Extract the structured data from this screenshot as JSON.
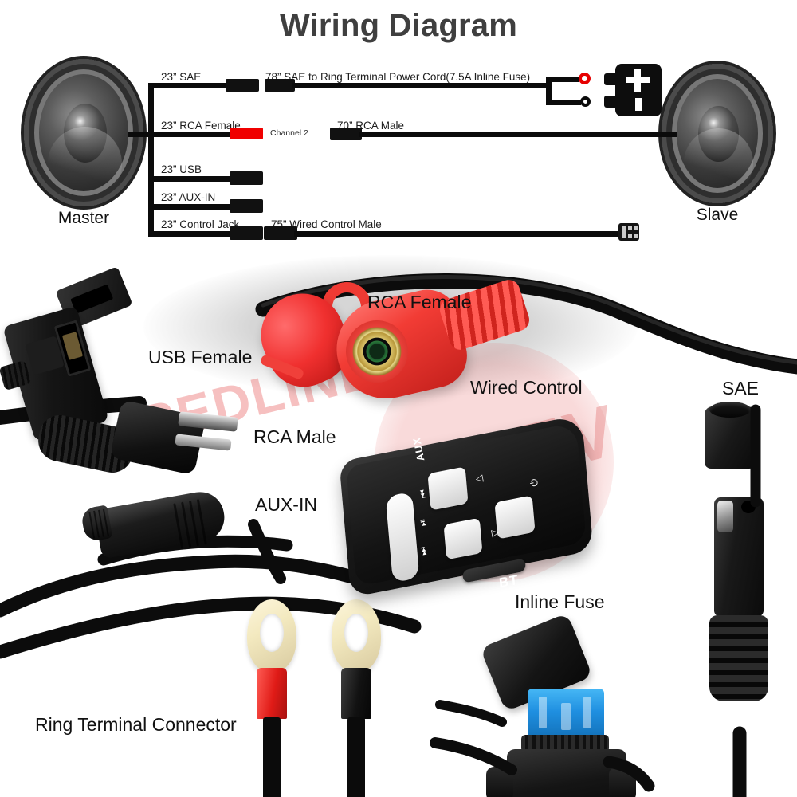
{
  "title": "Wiring Diagram",
  "diagram": {
    "speakers": {
      "master": "Master",
      "slave": "Slave"
    },
    "wires": [
      {
        "label": "23” SAE"
      },
      {
        "label": "23” RCA Female"
      },
      {
        "label": "23” USB"
      },
      {
        "label": "23” AUX-IN"
      },
      {
        "label": "23” Control Jack"
      }
    ],
    "cords": [
      {
        "label": "78” SAE to Ring Terminal Power Cord(7.5A Inline Fuse)"
      },
      {
        "label": "70” RCA Male"
      },
      {
        "label": "75” Wired Control Male"
      }
    ],
    "channel": "Channel 2",
    "battery": {
      "positive": "+",
      "negative": "–"
    }
  },
  "photo": {
    "labels": {
      "usb_female": "USB Female",
      "rca_female": "RCA Female",
      "rca_male": "RCA Male",
      "aux_in": "AUX-IN",
      "wired_control": "Wired Control",
      "sae": "SAE",
      "inline_fuse": "Inline Fuse",
      "ring_terminal": "Ring Terminal Connector"
    },
    "controller": {
      "aux": "AUX",
      "bt": "BT",
      "prev": "⏮",
      "play": "⏯",
      "next": "⏭",
      "vol_up": "△",
      "vol_down": "▽",
      "power": "⏻"
    },
    "watermark": {
      "line1": "REDLINE",
      "line2": "REV"
    }
  },
  "colors": {
    "title": "#3f3f3f",
    "wire": "#0b0b0b",
    "rca_red": "#f00000",
    "battery_pos": "#e60000",
    "fuse_blue": "#1f8fe0",
    "ring_lug": "#f3e9bf",
    "watermark": "#e44646"
  }
}
